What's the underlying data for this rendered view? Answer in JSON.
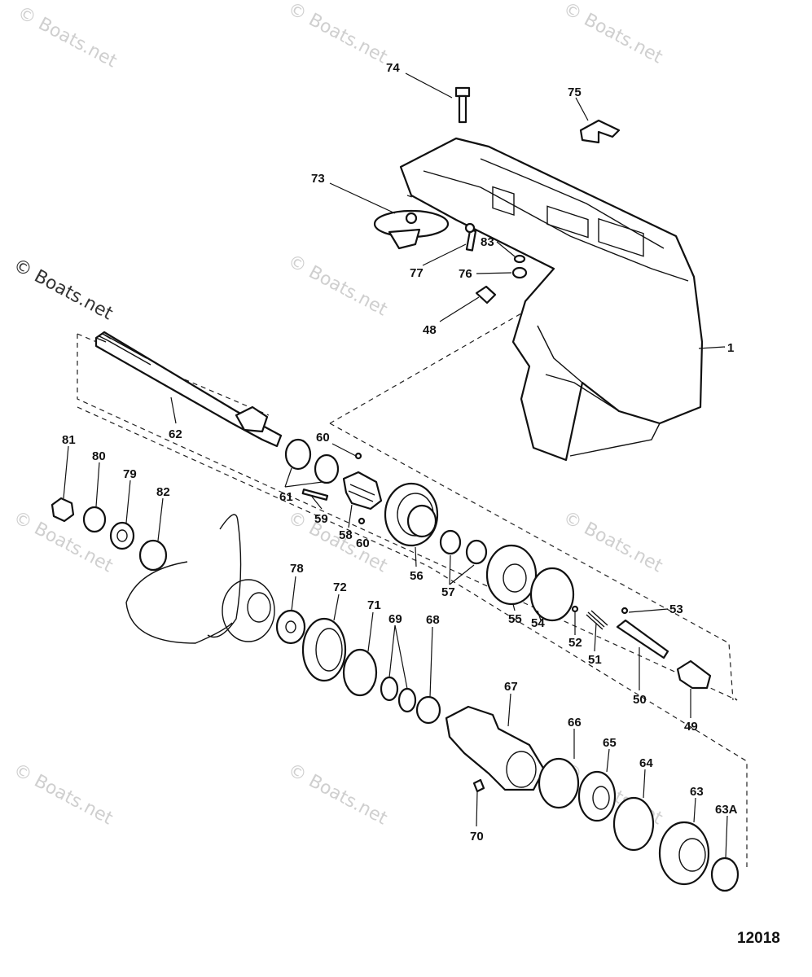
{
  "watermark": {
    "text": "© Boats.net"
  },
  "diagram_id": "12018",
  "callouts": [
    {
      "key": "1",
      "label": "1"
    },
    {
      "key": "48",
      "label": "48"
    },
    {
      "key": "49",
      "label": "49"
    },
    {
      "key": "50",
      "label": "50"
    },
    {
      "key": "51",
      "label": "51"
    },
    {
      "key": "52",
      "label": "52"
    },
    {
      "key": "53",
      "label": "53"
    },
    {
      "key": "54",
      "label": "54"
    },
    {
      "key": "55",
      "label": "55"
    },
    {
      "key": "56",
      "label": "56"
    },
    {
      "key": "57",
      "label": "57"
    },
    {
      "key": "58",
      "label": "58"
    },
    {
      "key": "59",
      "label": "59"
    },
    {
      "key": "60a",
      "label": "60"
    },
    {
      "key": "60b",
      "label": "60"
    },
    {
      "key": "61",
      "label": "61"
    },
    {
      "key": "62",
      "label": "62"
    },
    {
      "key": "63",
      "label": "63"
    },
    {
      "key": "63A",
      "label": "63A"
    },
    {
      "key": "64",
      "label": "64"
    },
    {
      "key": "65",
      "label": "65"
    },
    {
      "key": "66",
      "label": "66"
    },
    {
      "key": "67",
      "label": "67"
    },
    {
      "key": "68",
      "label": "68"
    },
    {
      "key": "69",
      "label": "69"
    },
    {
      "key": "70",
      "label": "70"
    },
    {
      "key": "71",
      "label": "71"
    },
    {
      "key": "72",
      "label": "72"
    },
    {
      "key": "73",
      "label": "73"
    },
    {
      "key": "74",
      "label": "74"
    },
    {
      "key": "75",
      "label": "75"
    },
    {
      "key": "76",
      "label": "76"
    },
    {
      "key": "77",
      "label": "77"
    },
    {
      "key": "78",
      "label": "78"
    },
    {
      "key": "79",
      "label": "79"
    },
    {
      "key": "80",
      "label": "80"
    },
    {
      "key": "81",
      "label": "81"
    },
    {
      "key": "82",
      "label": "82"
    },
    {
      "key": "83",
      "label": "83"
    }
  ]
}
